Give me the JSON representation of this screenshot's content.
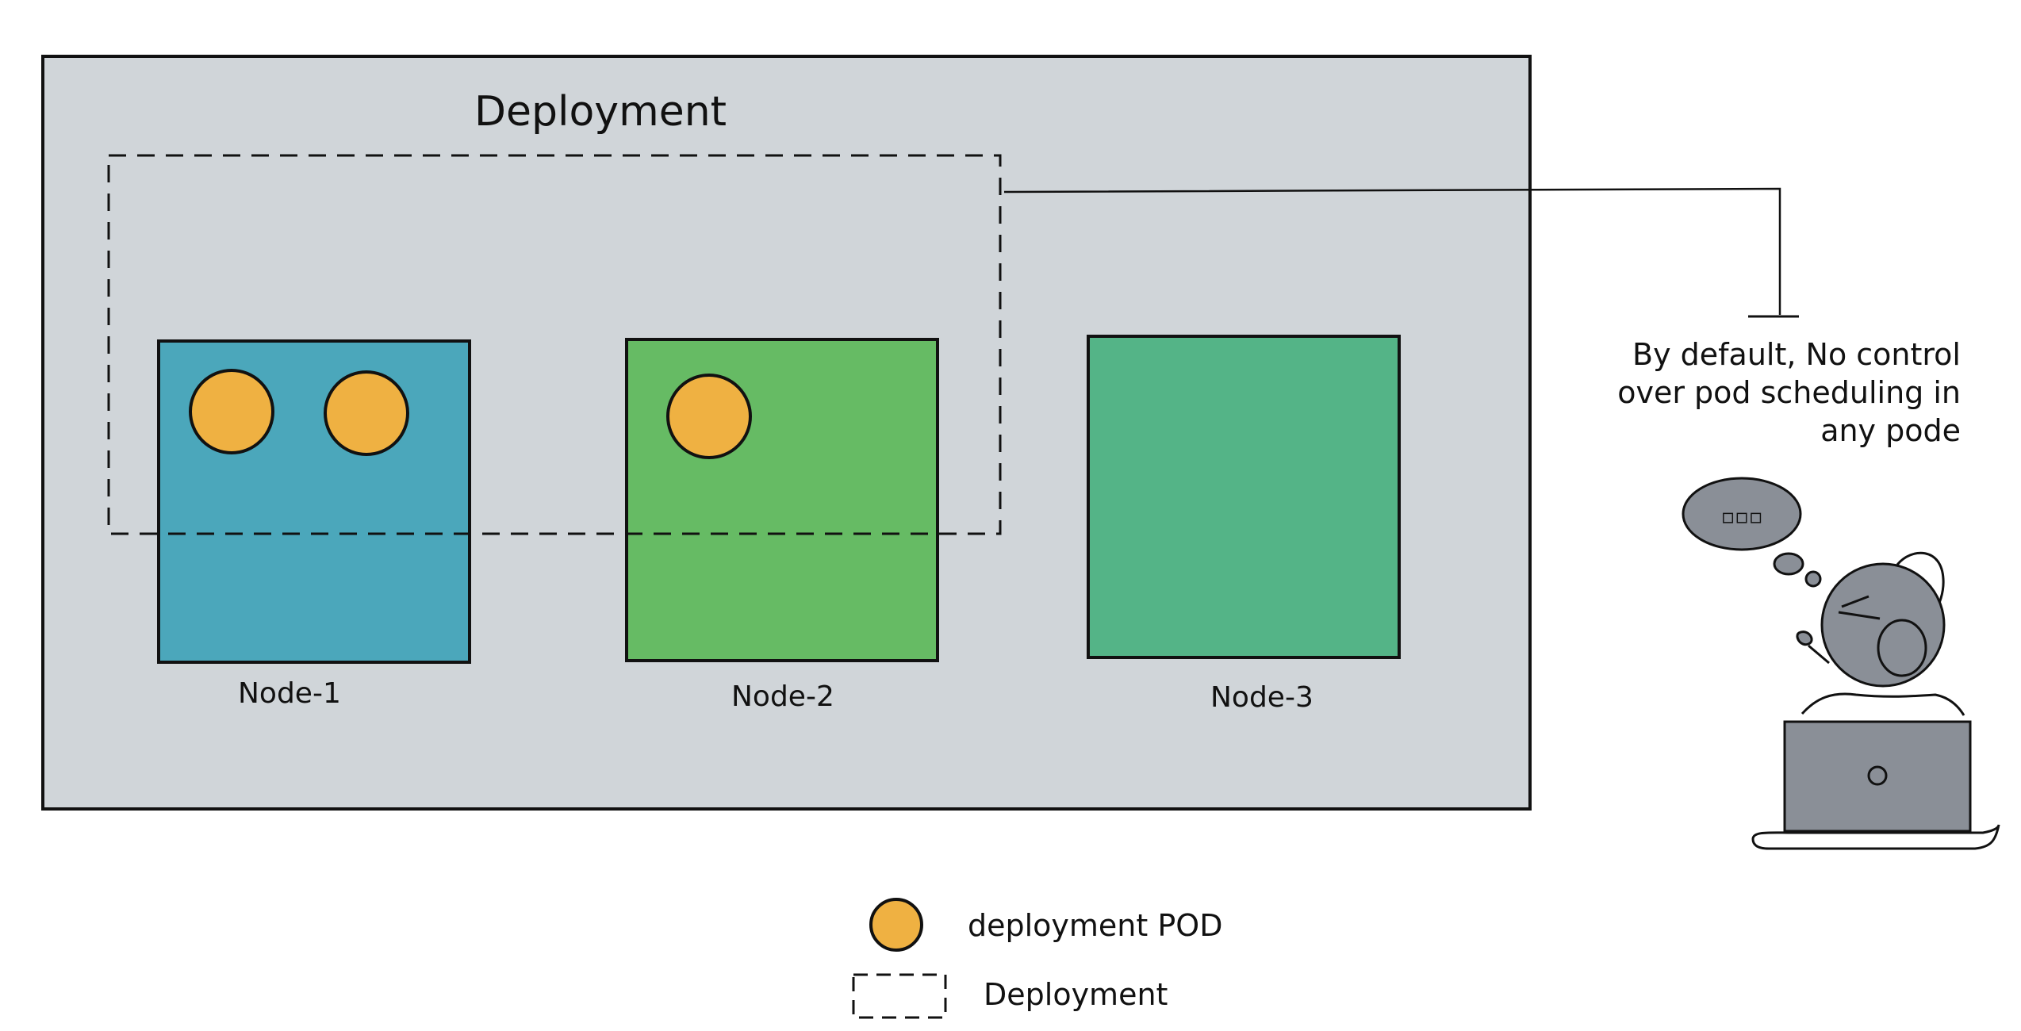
{
  "diagram": {
    "cluster_title": "Deployment",
    "nodes": [
      {
        "label": "Node-1",
        "color": "#4ba7bb",
        "pod_count": 2
      },
      {
        "label": "Node-2",
        "color": "#66bb64",
        "pod_count": 1
      },
      {
        "label": "Node-3",
        "color": "#54b487",
        "pod_count": 0
      }
    ],
    "annotation": {
      "lines": [
        "By default, No control",
        "over pod scheduling in",
        "any pode"
      ]
    },
    "thought_bubble_text": "▫▫▫",
    "legend": [
      {
        "symbol": "pod",
        "label": "deployment POD"
      },
      {
        "symbol": "dashed-box",
        "label": "Deployment"
      }
    ]
  },
  "colors": {
    "cluster_fill": "#d0d5d9",
    "pod_fill": "#efb142",
    "figure_gray": "#8a8f97",
    "stroke": "#111111"
  }
}
